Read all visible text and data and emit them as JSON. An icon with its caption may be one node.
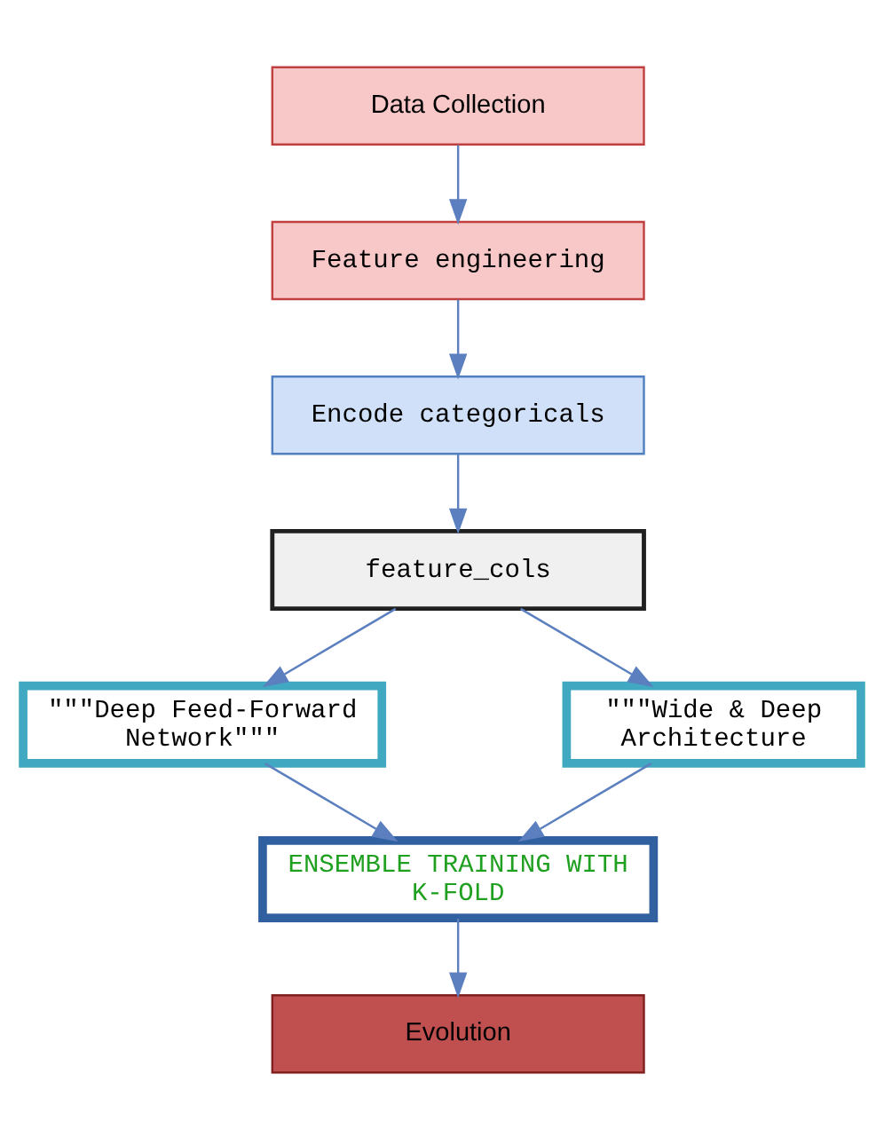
{
  "diagram": {
    "nodes": [
      {
        "text": [
          "Data Collection"
        ]
      },
      {
        "text": [
          "Feature engineering"
        ]
      },
      {
        "text": [
          "Encode categoricals"
        ]
      },
      {
        "text": [
          "feature_cols"
        ]
      },
      {
        "text": [
          "\"\"\"Deep Feed-Forward Network\"\"\""
        ]
      },
      {
        "text": [
          "\"\"\"Wide & Deep Architecture"
        ]
      },
      {
        "text": [
          "ENSEMBLE TRAINING WITH K-FOLD"
        ]
      },
      {
        "text": [
          "Evolution"
        ]
      }
    ],
    "edges": [
      {
        "from": 0,
        "to": 1,
        "arrow": "to"
      },
      {
        "from": 1,
        "to": 2,
        "arrow": "to"
      },
      {
        "from": 2,
        "to": 3,
        "arrow": "to"
      },
      {
        "from": 3,
        "to": 4,
        "arrow": "to"
      },
      {
        "from": 3,
        "to": 5,
        "arrow": "to"
      },
      {
        "from": 4,
        "to": 6,
        "arrow": "to"
      },
      {
        "from": 5,
        "to": 6,
        "arrow": "to"
      },
      {
        "from": 6,
        "to": 7,
        "arrow": "to"
      }
    ]
  }
}
